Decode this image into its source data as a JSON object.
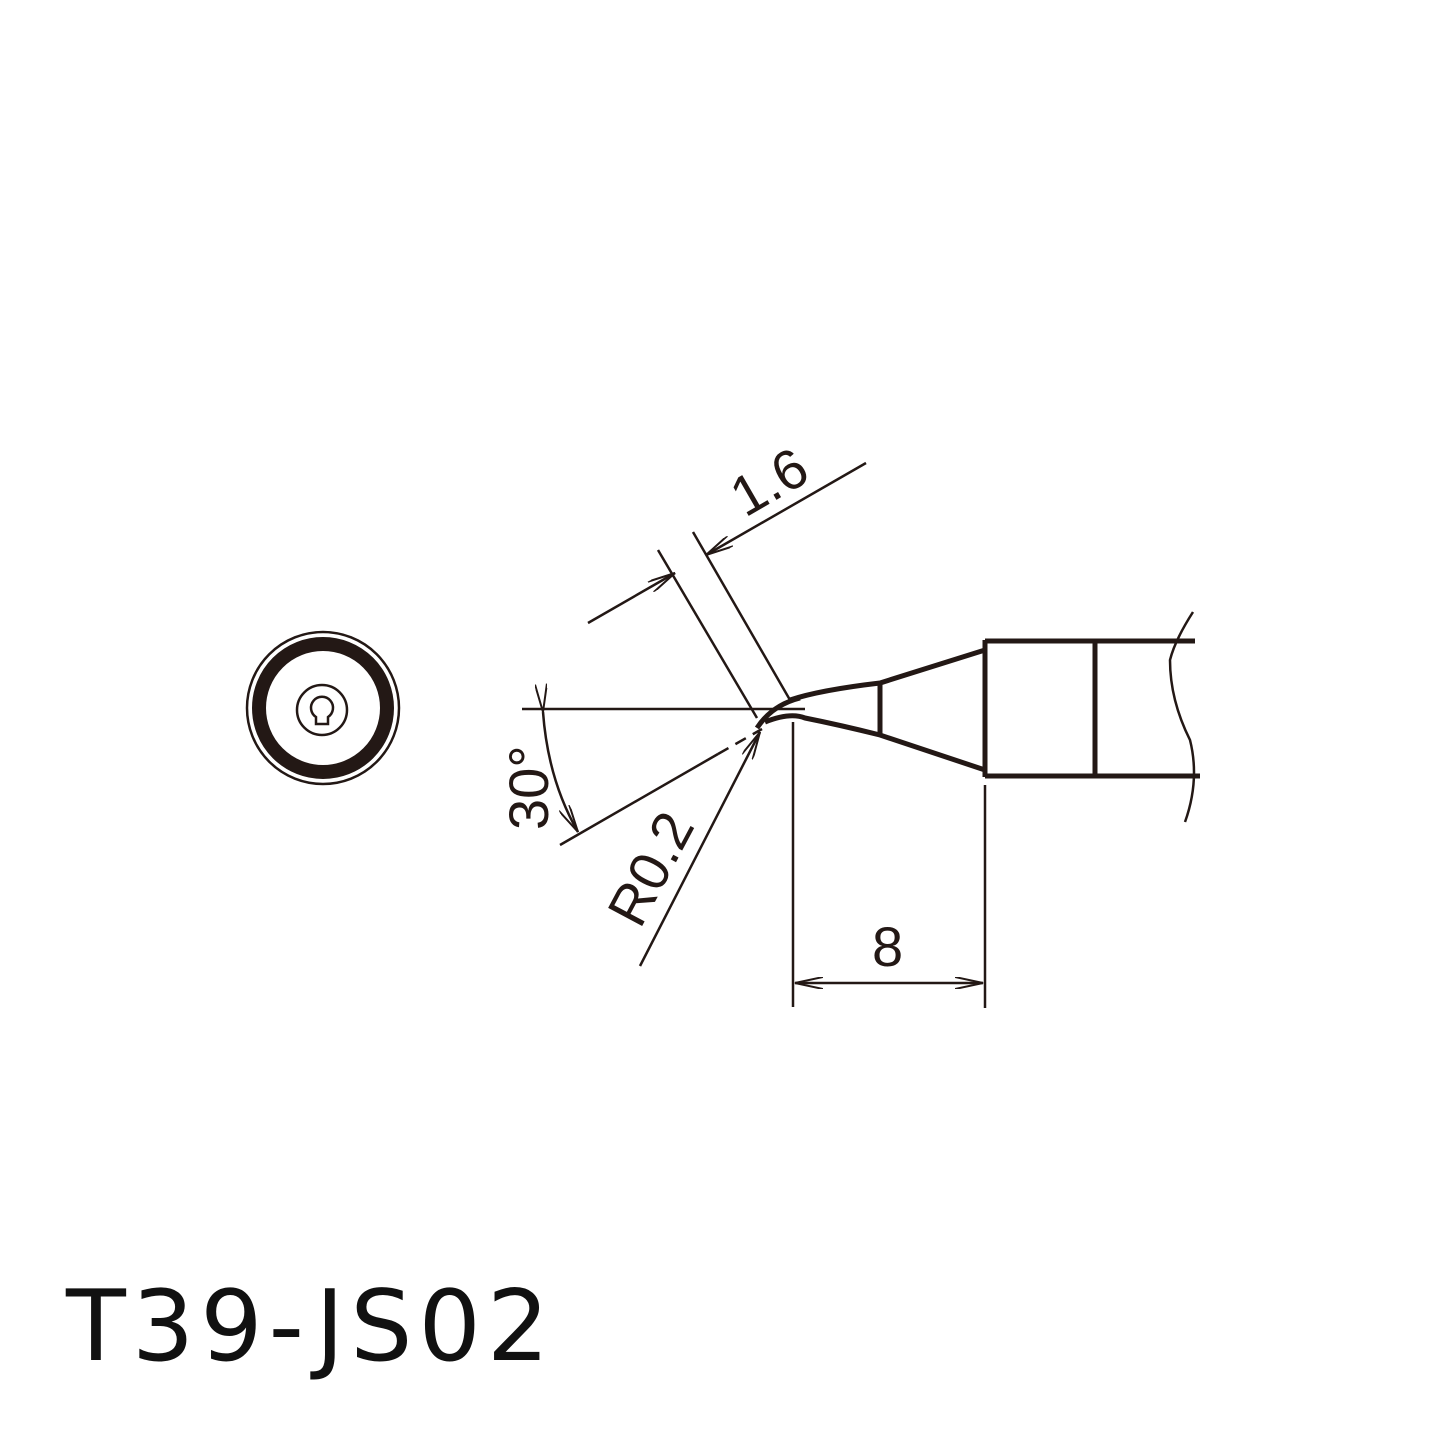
{
  "title": "T39-JS02",
  "dimensions": {
    "width": "1.6",
    "length": "8",
    "angle": "30°",
    "radius": "R0.2"
  },
  "colors": {
    "line": "#231815",
    "background": "#ffffff"
  }
}
